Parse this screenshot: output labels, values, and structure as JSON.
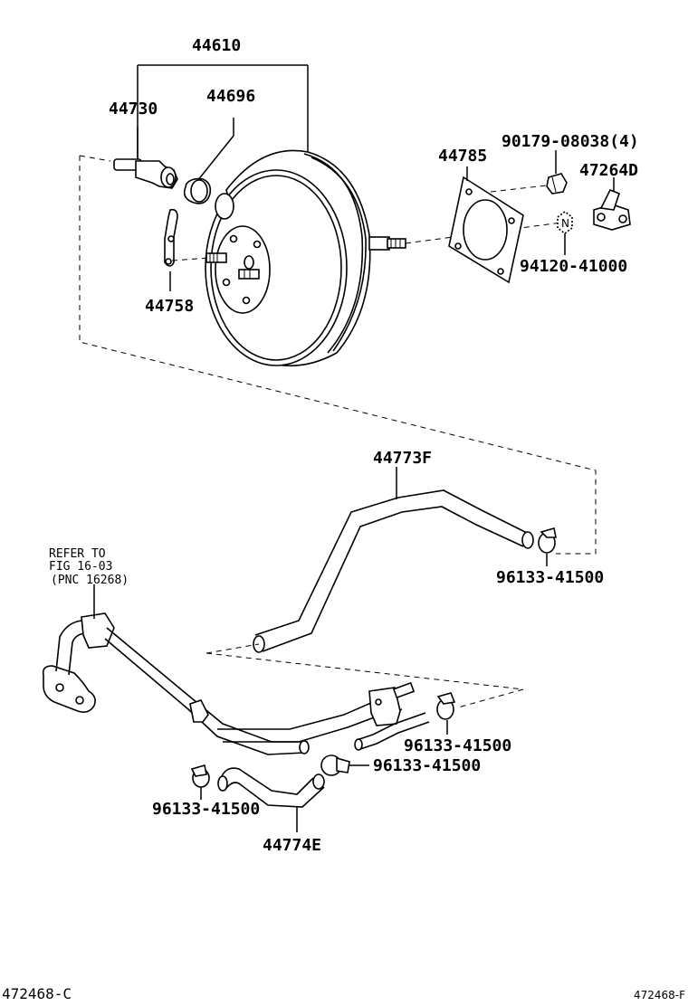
{
  "parts": {
    "booster_assy": "44610",
    "check_valve": "44730",
    "grommet": "44696",
    "clip": "44758",
    "gasket": "44785",
    "nut": "90179-08038(4)",
    "bracket": "47264D",
    "nut_n": "94120-41000",
    "hose_upper": "44773F",
    "clamp_a": "96133-41500",
    "clamp_b": "96133-41500",
    "clamp_c": "96133-41500",
    "clamp_d": "96133-41500",
    "hose_lower": "44774E"
  },
  "refer": {
    "line1": "REFER TO",
    "line2": "FIG 16-03",
    "line3": "(PNC 16268)"
  },
  "nut_marker": "N",
  "footer": {
    "code_left": "472468-C",
    "code_right": "472468-F"
  }
}
